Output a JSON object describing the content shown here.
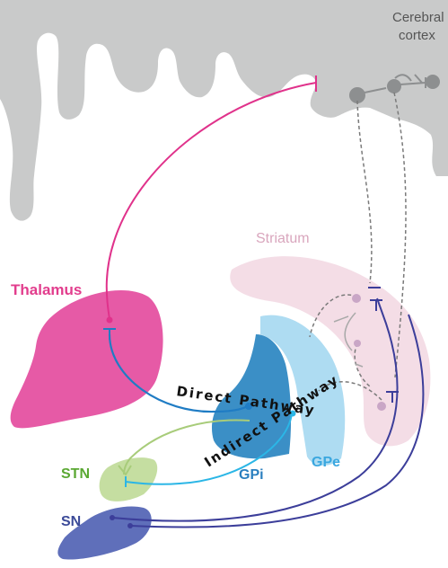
{
  "labels": {
    "cortex_line1": "Cerebral",
    "cortex_line2": "cortex",
    "striatum": "Striatum",
    "thalamus": "Thalamus",
    "stn": "STN",
    "gpi": "GPi",
    "gpe": "GPe",
    "sn": "SN",
    "direct_pathway": "Direct Pathway",
    "indirect_pathway": "Indirect Pathway"
  },
  "colors": {
    "cortex": "#c9caca",
    "cortex_neuron": "#8d8f90",
    "striatum": "#f4dde6",
    "thalamus": "#e65aa6",
    "thalamus_text": "#e23d8d",
    "gpe": "#aedcf2",
    "gpi": "#3b8fc6",
    "gpe_text": "#3aa7df",
    "gpi_text": "#2a7fbf",
    "stn": "#c5dea1",
    "stn_text": "#5aa832",
    "sn": "#5f6fba",
    "sn_text": "#3b4a98",
    "magenta_path": "#e0328b",
    "blue_path": "#1f7cc4",
    "cyan_path": "#2bb6e6",
    "green_path": "#a8cc7a",
    "navy_path": "#3c3e9a",
    "dashed_path": "#7a7a7a"
  }
}
